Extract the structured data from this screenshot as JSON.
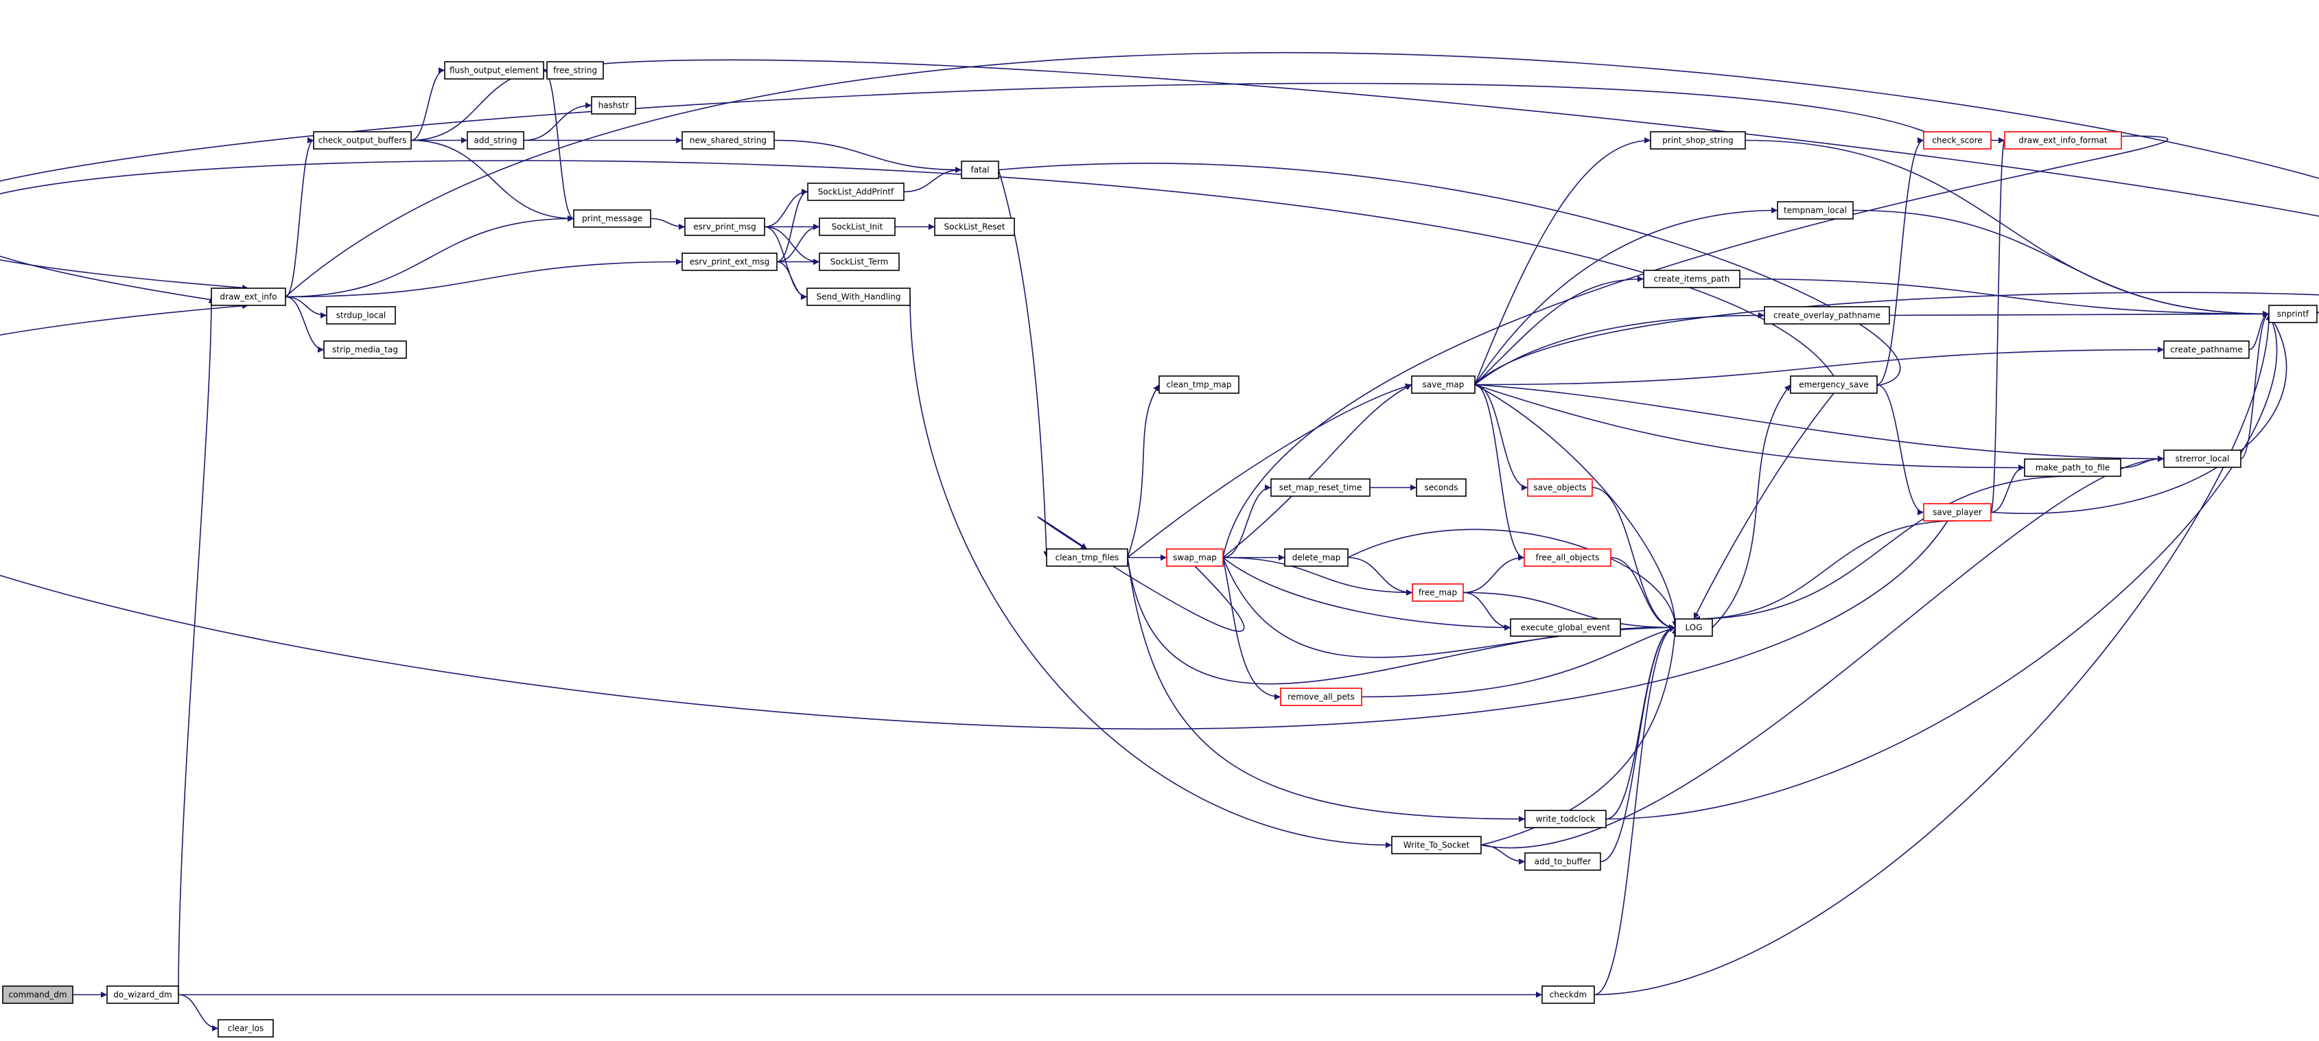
{
  "colors": {
    "edge": "#191970",
    "node_border": "#000000",
    "node_border_truncated": "#ff0000",
    "root_fill": "#bfbfbf",
    "node_fill": "#ffffff"
  },
  "nodes": {
    "command_dm": {
      "label": "command_dm",
      "root": true
    },
    "do_wizard_dm": {
      "label": "do_wizard_dm"
    },
    "clear_los": {
      "label": "clear_los"
    },
    "checkdm": {
      "label": "checkdm"
    },
    "draw_ext_info": {
      "label": "draw_ext_info"
    },
    "check_output_buffers": {
      "label": "check_output_buffers"
    },
    "flush_output_element": {
      "label": "flush_output_element"
    },
    "free_string": {
      "label": "free_string"
    },
    "hashstr": {
      "label": "hashstr"
    },
    "add_string": {
      "label": "add_string"
    },
    "new_shared_string": {
      "label": "new_shared_string"
    },
    "print_message": {
      "label": "print_message"
    },
    "esrv_print_msg": {
      "label": "esrv_print_msg"
    },
    "esrv_print_ext_msg": {
      "label": "esrv_print_ext_msg"
    },
    "strdup_local": {
      "label": "strdup_local"
    },
    "strip_media_tag": {
      "label": "strip_media_tag"
    },
    "SockList_AddPrintf": {
      "label": "SockList_AddPrintf"
    },
    "SockList_Init": {
      "label": "SockList_Init"
    },
    "SockList_Reset": {
      "label": "SockList_Reset"
    },
    "SockList_Term": {
      "label": "SockList_Term"
    },
    "Send_With_Handling": {
      "label": "Send_With_Handling"
    },
    "fatal": {
      "label": "fatal"
    },
    "clean_tmp_files": {
      "label": "clean_tmp_files"
    },
    "clean_tmp_map": {
      "label": "clean_tmp_map"
    },
    "swap_map": {
      "label": "swap_map",
      "truncated": true
    },
    "set_map_reset_time": {
      "label": "set_map_reset_time"
    },
    "seconds": {
      "label": "seconds"
    },
    "delete_map": {
      "label": "delete_map"
    },
    "free_map": {
      "label": "free_map",
      "truncated": true
    },
    "remove_all_pets": {
      "label": "remove_all_pets",
      "truncated": true
    },
    "save_map": {
      "label": "save_map"
    },
    "save_objects": {
      "label": "save_objects",
      "truncated": true
    },
    "free_all_objects": {
      "label": "free_all_objects",
      "truncated": true
    },
    "execute_global_event": {
      "label": "execute_global_event"
    },
    "LOG": {
      "label": "LOG"
    },
    "print_shop_string": {
      "label": "print_shop_string"
    },
    "tempnam_local": {
      "label": "tempnam_local"
    },
    "create_items_path": {
      "label": "create_items_path"
    },
    "create_overlay_pathname": {
      "label": "create_overlay_pathname"
    },
    "create_pathname": {
      "label": "create_pathname"
    },
    "emergency_save": {
      "label": "emergency_save"
    },
    "check_score": {
      "label": "check_score",
      "truncated": true
    },
    "draw_ext_info_format": {
      "label": "draw_ext_info_format",
      "truncated": true
    },
    "save_player": {
      "label": "save_player",
      "truncated": true
    },
    "make_path_to_file": {
      "label": "make_path_to_file"
    },
    "strerror_local": {
      "label": "strerror_local"
    },
    "snprintf": {
      "label": "snprintf"
    },
    "write_todclock": {
      "label": "write_todclock"
    },
    "Write_To_Socket": {
      "label": "Write_To_Socket"
    },
    "add_to_buffer": {
      "label": "add_to_buffer"
    }
  },
  "edges": [
    [
      "command_dm",
      "do_wizard_dm"
    ],
    [
      "do_wizard_dm",
      "clear_los"
    ],
    [
      "do_wizard_dm",
      "checkdm"
    ],
    [
      "do_wizard_dm",
      "draw_ext_info"
    ],
    [
      "checkdm",
      "LOG"
    ],
    [
      "checkdm",
      "snprintf"
    ],
    [
      "draw_ext_info",
      "check_output_buffers"
    ],
    [
      "draw_ext_info",
      "print_message"
    ],
    [
      "draw_ext_info",
      "esrv_print_ext_msg"
    ],
    [
      "draw_ext_info",
      "strdup_local"
    ],
    [
      "draw_ext_info",
      "strip_media_tag"
    ],
    [
      "draw_ext_info",
      "snprintf"
    ],
    [
      "check_output_buffers",
      "flush_output_element"
    ],
    [
      "check_output_buffers",
      "free_string"
    ],
    [
      "check_output_buffers",
      "add_string"
    ],
    [
      "check_output_buffers",
      "print_message"
    ],
    [
      "flush_output_element",
      "free_string"
    ],
    [
      "flush_output_element",
      "print_message"
    ],
    [
      "flush_output_element",
      "snprintf"
    ],
    [
      "add_string",
      "hashstr"
    ],
    [
      "add_string",
      "new_shared_string"
    ],
    [
      "new_shared_string",
      "fatal"
    ],
    [
      "print_message",
      "esrv_print_msg"
    ],
    [
      "esrv_print_msg",
      "SockList_AddPrintf"
    ],
    [
      "esrv_print_msg",
      "SockList_Init"
    ],
    [
      "esrv_print_msg",
      "SockList_Term"
    ],
    [
      "esrv_print_msg",
      "Send_With_Handling"
    ],
    [
      "esrv_print_ext_msg",
      "SockList_AddPrintf"
    ],
    [
      "esrv_print_ext_msg",
      "SockList_Init"
    ],
    [
      "esrv_print_ext_msg",
      "SockList_Term"
    ],
    [
      "esrv_print_ext_msg",
      "Send_With_Handling"
    ],
    [
      "SockList_AddPrintf",
      "fatal"
    ],
    [
      "SockList_Init",
      "SockList_Reset"
    ],
    [
      "Send_With_Handling",
      "Write_To_Socket"
    ],
    [
      "fatal",
      "clean_tmp_files"
    ],
    [
      "fatal",
      "emergency_save"
    ],
    [
      "clean_tmp_files",
      "clean_tmp_map"
    ],
    [
      "clean_tmp_files",
      "swap_map"
    ],
    [
      "clean_tmp_files",
      "save_map"
    ],
    [
      "clean_tmp_files",
      "write_todclock"
    ],
    [
      "clean_tmp_files",
      "LOG"
    ],
    [
      "swap_map",
      "set_map_reset_time"
    ],
    [
      "swap_map",
      "delete_map"
    ],
    [
      "swap_map",
      "free_map"
    ],
    [
      "swap_map",
      "remove_all_pets"
    ],
    [
      "swap_map",
      "save_map"
    ],
    [
      "swap_map",
      "execute_global_event"
    ],
    [
      "swap_map",
      "LOG"
    ],
    [
      "swap_map",
      "clean_tmp_files"
    ],
    [
      "swap_map",
      "draw_ext_info_format"
    ],
    [
      "set_map_reset_time",
      "seconds"
    ],
    [
      "delete_map",
      "free_map"
    ],
    [
      "delete_map",
      "LOG"
    ],
    [
      "free_map",
      "free_all_objects"
    ],
    [
      "free_map",
      "execute_global_event"
    ],
    [
      "free_map",
      "LOG"
    ],
    [
      "remove_all_pets",
      "LOG"
    ],
    [
      "save_map",
      "print_shop_string"
    ],
    [
      "save_map",
      "tempnam_local"
    ],
    [
      "save_map",
      "create_items_path"
    ],
    [
      "save_map",
      "create_overlay_pathname"
    ],
    [
      "save_map",
      "create_pathname"
    ],
    [
      "save_map",
      "save_objects"
    ],
    [
      "save_map",
      "free_all_objects"
    ],
    [
      "save_map",
      "LOG"
    ],
    [
      "save_map",
      "make_path_to_file"
    ],
    [
      "save_map",
      "strerror_local"
    ],
    [
      "save_map",
      "snprintf"
    ],
    [
      "save_objects",
      "LOG"
    ],
    [
      "free_all_objects",
      "LOG"
    ],
    [
      "emergency_save",
      "draw_ext_info"
    ],
    [
      "emergency_save",
      "check_score"
    ],
    [
      "emergency_save",
      "save_player"
    ],
    [
      "emergency_save",
      "LOG"
    ],
    [
      "check_score",
      "draw_ext_info_format"
    ],
    [
      "check_score",
      "draw_ext_info"
    ],
    [
      "save_player",
      "draw_ext_info_format"
    ],
    [
      "save_player",
      "make_path_to_file"
    ],
    [
      "save_player",
      "LOG"
    ],
    [
      "save_player",
      "snprintf"
    ],
    [
      "save_player",
      "draw_ext_info"
    ],
    [
      "make_path_to_file",
      "strerror_local"
    ],
    [
      "make_path_to_file",
      "LOG"
    ],
    [
      "strerror_local",
      "snprintf"
    ],
    [
      "print_shop_string",
      "snprintf"
    ],
    [
      "tempnam_local",
      "snprintf"
    ],
    [
      "create_items_path",
      "snprintf"
    ],
    [
      "create_overlay_pathname",
      "snprintf"
    ],
    [
      "create_pathname",
      "snprintf"
    ],
    [
      "write_todclock",
      "LOG"
    ],
    [
      "write_todclock",
      "snprintf"
    ],
    [
      "Write_To_Socket",
      "add_to_buffer"
    ],
    [
      "Write_To_Socket",
      "LOG"
    ],
    [
      "Write_To_Socket",
      "strerror_local"
    ],
    [
      "add_to_buffer",
      "LOG"
    ],
    [
      "LOG",
      "emergency_save"
    ]
  ]
}
